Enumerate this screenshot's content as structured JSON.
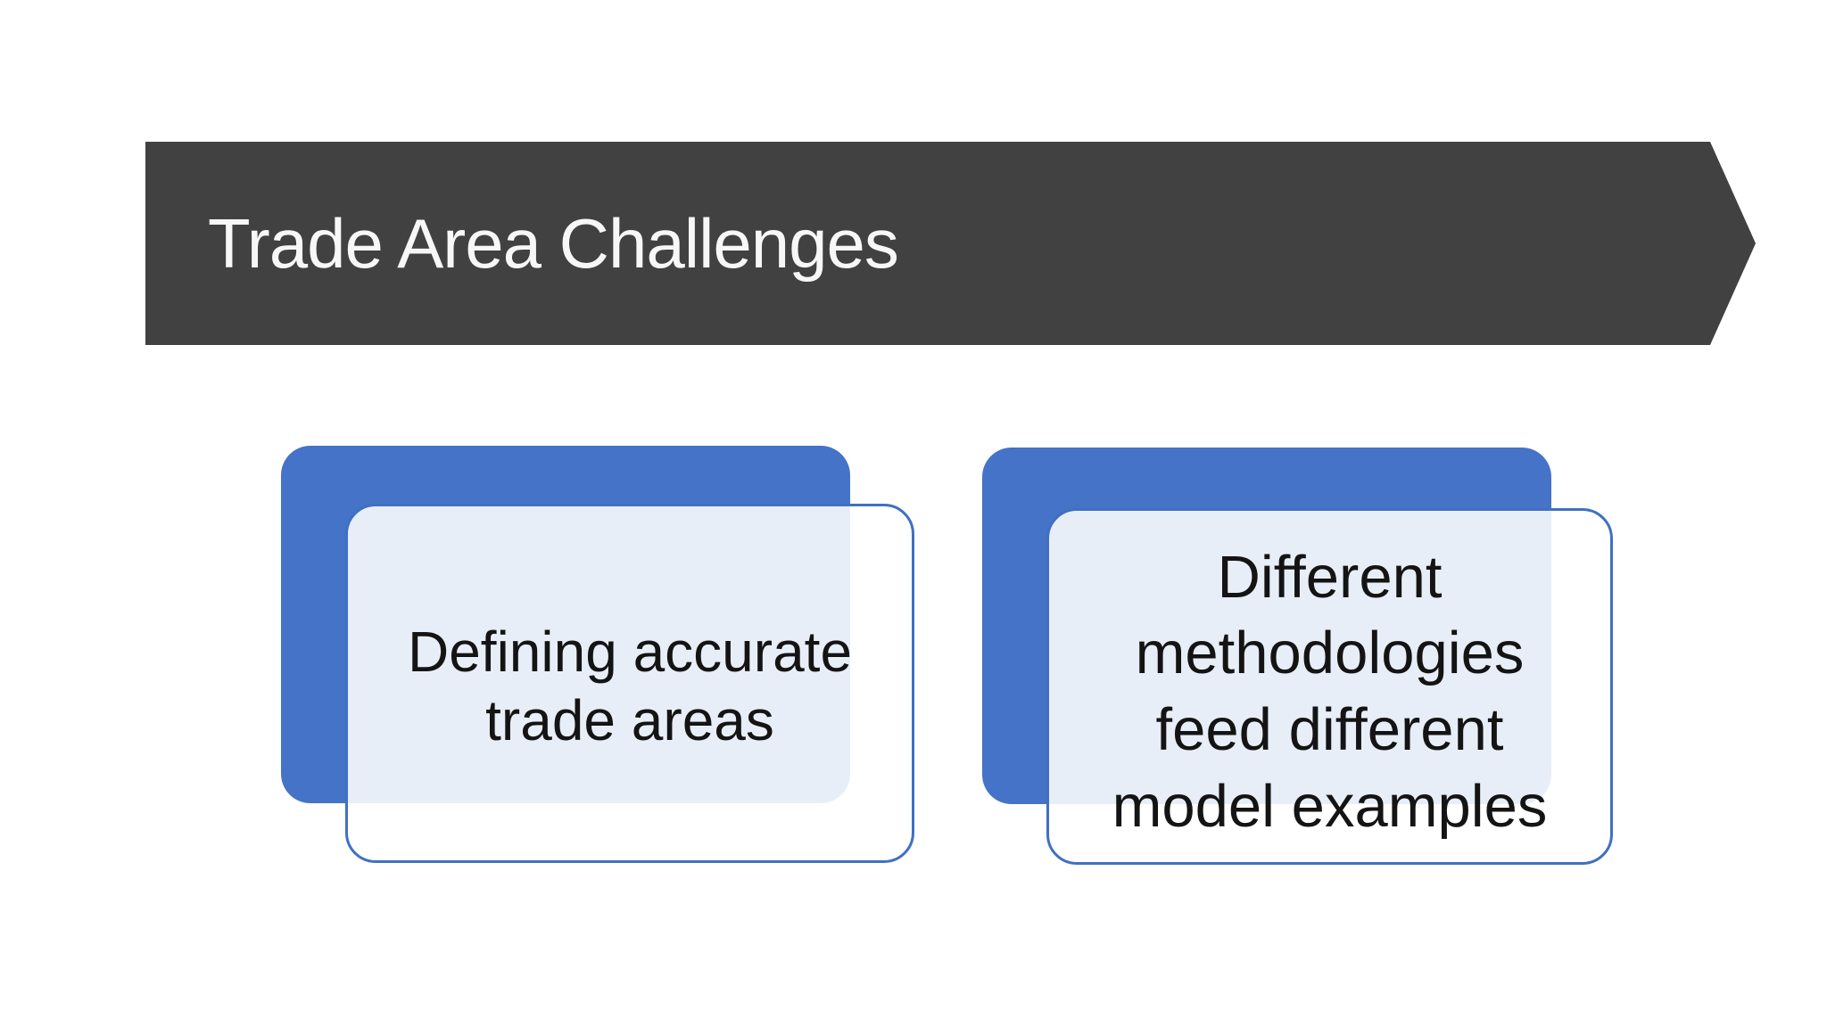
{
  "slide": {
    "title": "Trade Area Challenges",
    "cards": [
      {
        "lines": [
          "Defining accurate",
          "trade areas"
        ]
      },
      {
        "lines": [
          "Different",
          "methodologies",
          "feed different",
          "model examples"
        ]
      }
    ],
    "colors": {
      "banner_fill": "#414141",
      "banner_text": "#f7f7f7",
      "accent_blue": "#4573c7",
      "card_border": "#4070c2",
      "card_overlay_tint": "#e9ecf8",
      "body_text": "#141414",
      "background": "#ffffff"
    }
  }
}
